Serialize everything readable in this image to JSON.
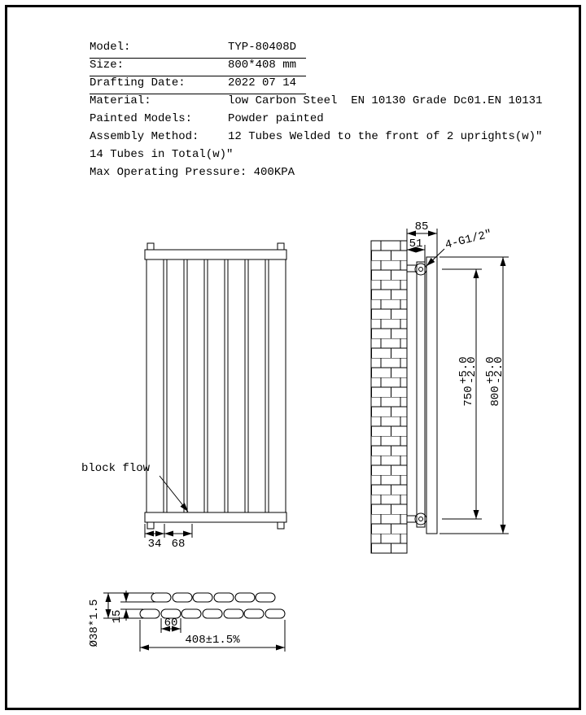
{
  "page": {
    "background": "#ffffff",
    "line_color": "#000000"
  },
  "title_block": {
    "rows": [
      {
        "label": "Model:",
        "value": "TYP-80408D"
      },
      {
        "label": "Size:",
        "value": "800*408 mm"
      },
      {
        "label": "Drafting Date:",
        "value": "2022 07 14"
      },
      {
        "label": "Material:",
        "value": "low Carbon Steel  EN 10130 Grade Dc01.EN 10131"
      },
      {
        "label": "Painted Models:",
        "value": "Powder painted"
      },
      {
        "label": "Assembly Method:",
        "value": "12 Tubes Welded to the front of 2 uprights(w)\""
      }
    ],
    "note_line_1": "14 Tubes in Total(w)\"",
    "note_line_2": "Max Operating Pressure: 400KPA"
  },
  "front_view": {
    "annotation": "block flow",
    "dim_bracket_offset": "34",
    "dim_tube_pitch": "68"
  },
  "side_view": {
    "dim_depth_overall": "85",
    "dim_wall_to_centre": "51",
    "thread_spec": "4-G1/2\"",
    "dim_port_centres": {
      "value": "750",
      "tol_plus": "+5.0",
      "tol_minus": "-2.0"
    },
    "dim_height_overall": {
      "value": "800",
      "tol_plus": "+5.0",
      "tol_minus": "-2.0"
    }
  },
  "plan_view": {
    "dim_upright_width": "60",
    "dim_row_gap": "15",
    "tube_spec": "Ø38*1.5",
    "dim_width_overall": "408±1.5%"
  }
}
